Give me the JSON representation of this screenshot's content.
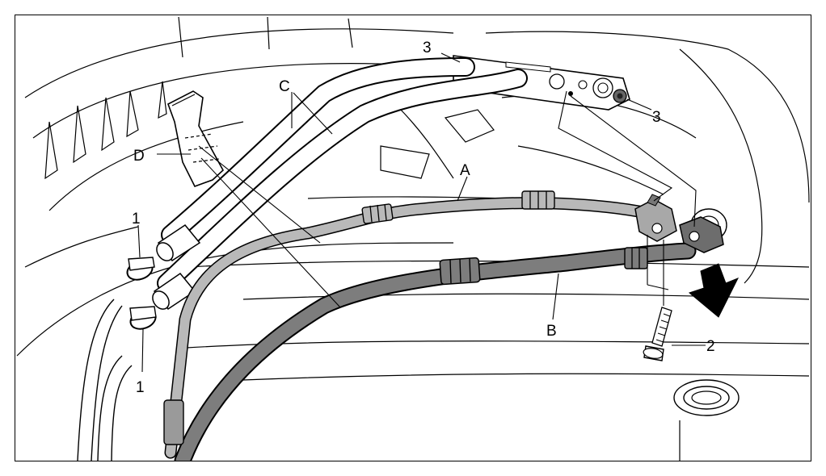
{
  "labels": {
    "A": "A",
    "B": "B",
    "C": "C",
    "D": "D",
    "callout_1_top": "1",
    "callout_1_bottom": "1",
    "callout_2": "2",
    "callout_3_left": "3",
    "callout_3_right": "3"
  },
  "colors": {
    "line": "#000000",
    "pipe_a": "#b9b9b9",
    "pipe_b": "#7d7d7d",
    "background": "#ffffff"
  }
}
